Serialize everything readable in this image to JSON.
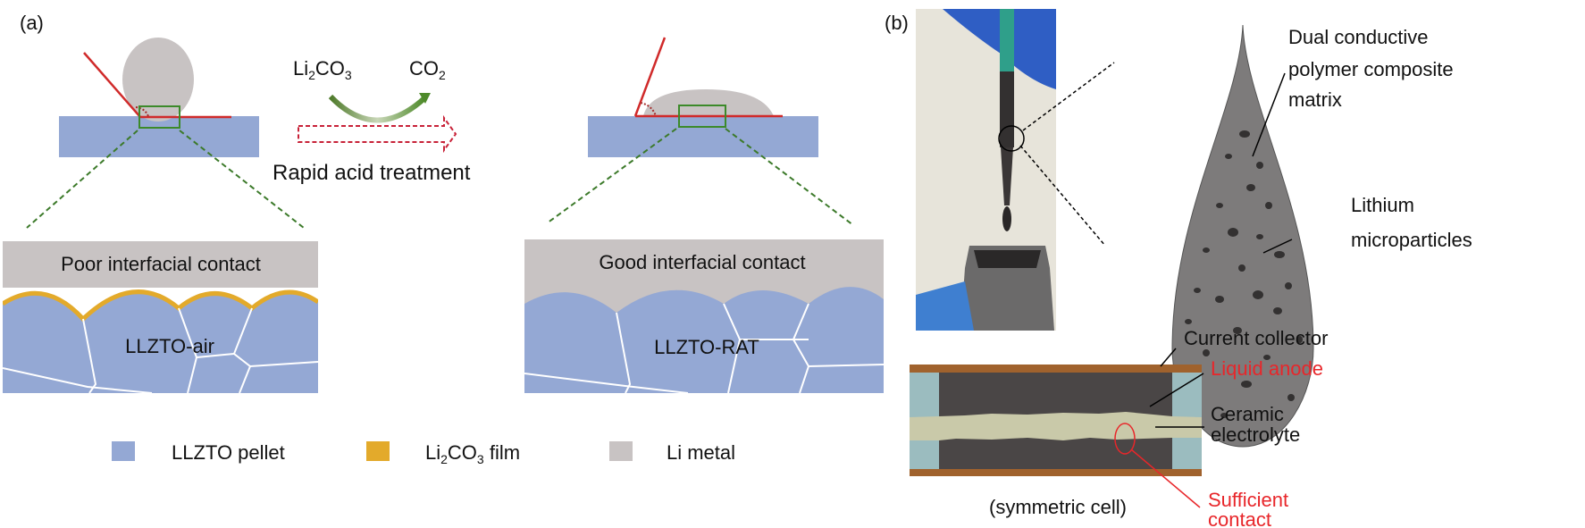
{
  "panel_a": {
    "label": "(a)",
    "reaction": {
      "reactant": "Li",
      "reactant_sub1": "2",
      "reactant_mid": "CO",
      "reactant_sub2": "3",
      "product": "CO",
      "product_sub": "2"
    },
    "treatment_label": "Rapid acid treatment",
    "left_zoom": {
      "title": "Poor interfacial contact",
      "material": "LLZTO-air"
    },
    "right_zoom": {
      "title": "Good interfacial contact",
      "material": "LLZTO-RAT"
    },
    "legend": [
      {
        "label": "LLZTO pellet",
        "color": "#94a8d4"
      },
      {
        "label_pre": "Li",
        "label_sub": "2",
        "label_mid": "CO",
        "label_sub2": "3",
        "label_post": " film",
        "color": "#e3aa2b"
      },
      {
        "label": "Li metal",
        "color": "#c8c3c3"
      }
    ]
  },
  "panel_b": {
    "label": "(b)",
    "drop_labels": {
      "matrix_line1": "Dual conductive",
      "matrix_line2": "polymer composite",
      "matrix_line3": "matrix",
      "particles_line1": "Lithium",
      "particles_line2": "microparticles"
    },
    "cell_labels": {
      "current_collector": "Current collector",
      "liquid_anode": "Liquid anode",
      "ceramic_line1": "Ceramic",
      "ceramic_line2": "electrolyte",
      "sufficient_line1": "Sufficient",
      "sufficient_line2": "contact",
      "caption": "(symmetric cell)"
    },
    "colors": {
      "collector": "#a0622d",
      "anode": "#4a4646",
      "electrolyte": "#c9c9a9",
      "spacer": "#9bbcbf",
      "highlight": "#e8262a"
    }
  }
}
